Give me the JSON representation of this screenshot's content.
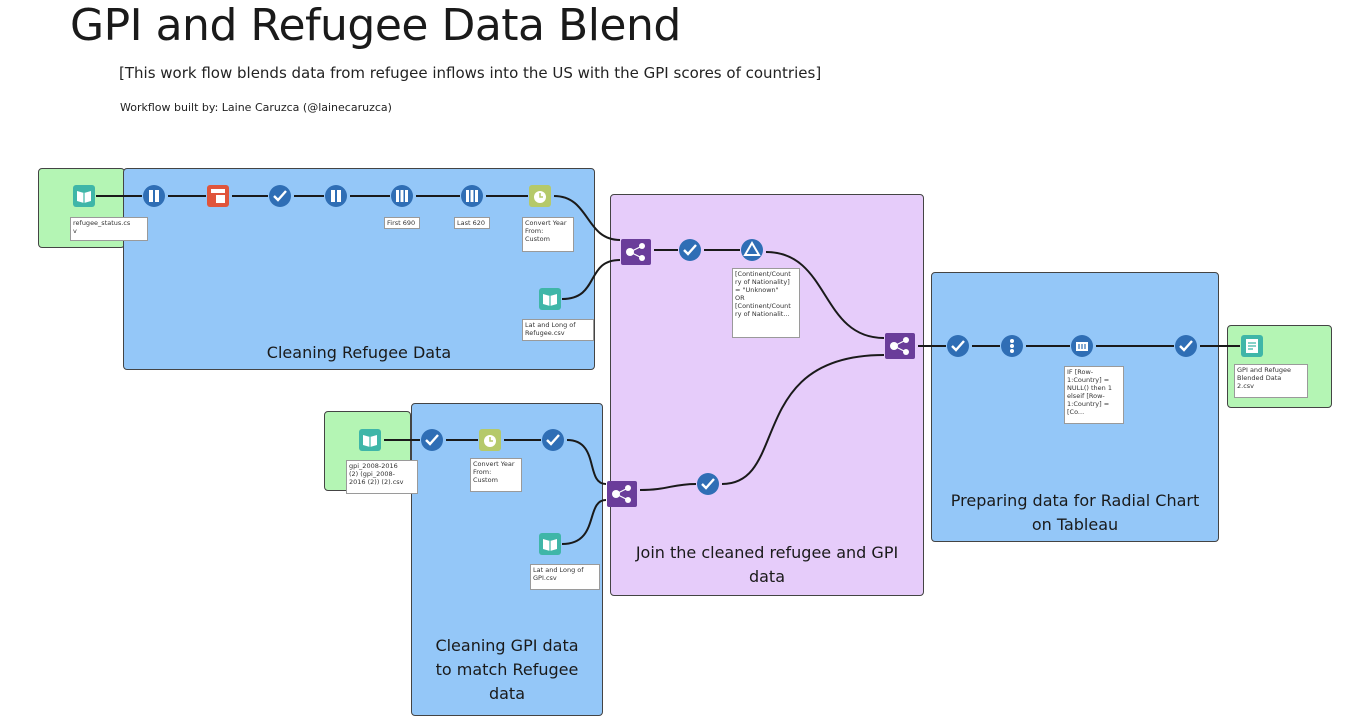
{
  "title": "GPI and Refugee Data Blend",
  "subtitle": "[This work flow blends data from refugee inflows into the US with the GPI scores of countries]",
  "credit": "Workflow built by: Laine Caruzca (@lainecaruzca)",
  "containers": {
    "cleaning_refugee": "Cleaning Refugee Data",
    "join": "Join the cleaned refugee and GPI\ndata",
    "cleaning_gpi": "Cleaning GPI data\nto match Refugee\ndata",
    "preparing": "Preparing data for Radial Chart\non Tableau"
  },
  "annotations": {
    "refugee_input": "refugee_status.cs\nv",
    "first": "First 690",
    "last": "Last 620",
    "convert_refugee": "Convert Year\nFrom:\nCustom",
    "latlong_refugee": "Lat and Long of\nRefugee.csv",
    "filter": "[Continent/Count\nry of Nationality]\n= \"Unknown\"\nOR\n[Continent/Count\nry of Nationalit...",
    "formula": "IF [Row-\n1:Country] =\nNULL() then 1\nelseif [Row-\n1:Country] = [Co...",
    "output": "GPI and Refugee\nBlended Data\n2.csv",
    "gpi_input": "gpi_2008-2016\n(2) (gpi_2008-\n2016 (2)) (2).csv",
    "convert_gpi": "Convert Year\nFrom:\nCustom",
    "latlong_gpi": "Lat and Long of\nGPI.csv"
  },
  "colors": {
    "container_blue": "#94c7f8",
    "container_purple": "#e6ccfa",
    "container_green": "#b4f5b4",
    "input_tool": "#3fb6a8",
    "output_tool": "#3fb6a8",
    "select_tool": "#2f6eb5",
    "sample_tool": "#2f6eb5",
    "join_tool": "#6a3d9a",
    "filter_tool": "#2f6eb5",
    "datetime_tool": "#b5c96a",
    "crosstab_tool": "#e0553c"
  },
  "icons": {
    "input": "book-icon",
    "output": "document-icon",
    "select": "select-columns-icon",
    "crosstab": "crosstab-icon",
    "checkmark": "check-icon",
    "sample": "sample-rows-icon",
    "datetime": "calendar-clock-icon",
    "join": "join-icon",
    "filter": "triangle-filter-icon",
    "multirow": "multi-row-icon",
    "unique": "dots-vertical-icon"
  }
}
